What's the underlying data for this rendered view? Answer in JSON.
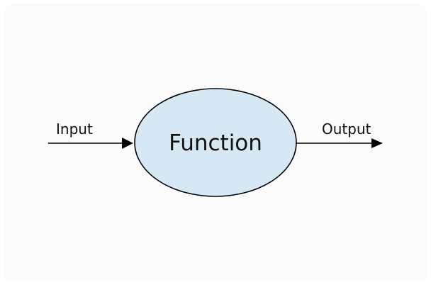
{
  "diagram": {
    "input_label": "Input",
    "function_label": "Function",
    "output_label": "Output",
    "colors": {
      "ellipse_fill": "#d6e8f3",
      "stroke": "#000000",
      "background": "#fbfbfb"
    }
  }
}
